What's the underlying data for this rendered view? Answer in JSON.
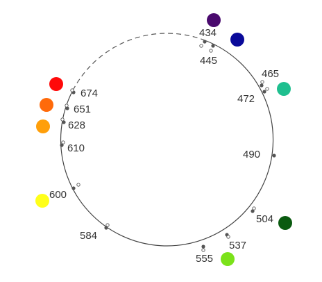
{
  "diagram": {
    "wavelengths": [
      {
        "label": "434",
        "color": "#4a0a6e"
      },
      {
        "label": "445",
        "color": "#0a0a9a"
      },
      {
        "label": "465",
        "color": ""
      },
      {
        "label": "472",
        "color": "#1fbf8f"
      },
      {
        "label": "490",
        "color": ""
      },
      {
        "label": "504",
        "color": "#0a5a0f"
      },
      {
        "label": "537",
        "color": ""
      },
      {
        "label": "555",
        "color": "#7be21a"
      },
      {
        "label": "584",
        "color": ""
      },
      {
        "label": "600",
        "color": "#ffff1a"
      },
      {
        "label": "610",
        "color": ""
      },
      {
        "label": "628",
        "color": "#ff9f0a"
      },
      {
        "label": "651",
        "color": "#ff6a0a"
      },
      {
        "label": "674",
        "color": "#ff0a0a"
      }
    ]
  }
}
